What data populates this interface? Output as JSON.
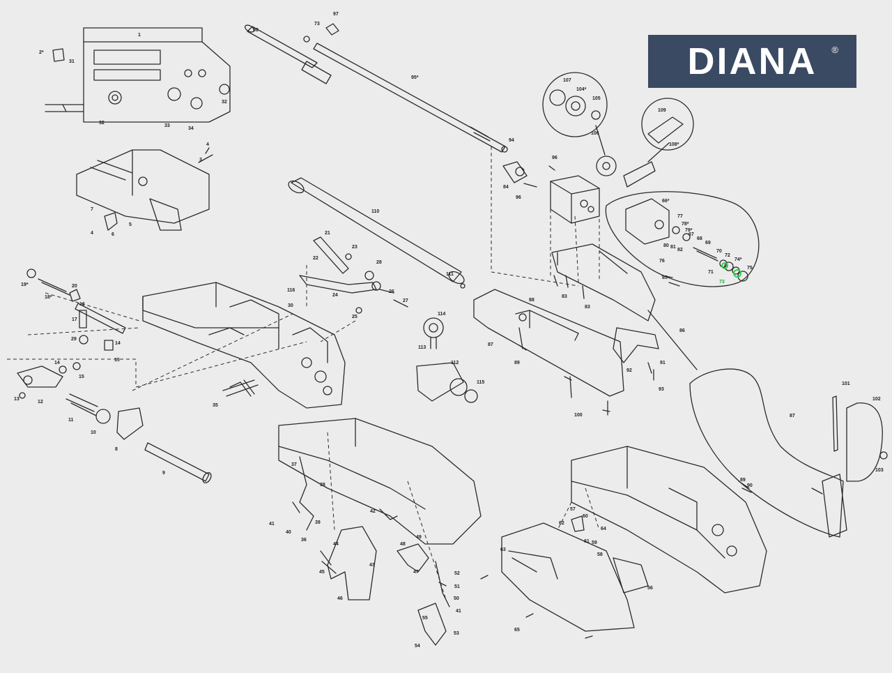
{
  "brand": {
    "logo_text": "DIANA",
    "registered_mark": "®"
  },
  "colors": {
    "background": "#ececec",
    "line": "#2a2a2a",
    "highlight": "#2fd24a",
    "logo_bg": "#3b4a63"
  },
  "parts": [
    {
      "label": "1"
    },
    {
      "label": "2*"
    },
    {
      "label": "31"
    },
    {
      "label": "32"
    },
    {
      "label": "33"
    },
    {
      "label": "34"
    },
    {
      "label": "32"
    },
    {
      "label": "97"
    },
    {
      "label": "73"
    },
    {
      "label": "98"
    },
    {
      "label": "95*"
    },
    {
      "label": "94"
    },
    {
      "label": "84"
    },
    {
      "label": "96"
    },
    {
      "label": "96"
    },
    {
      "label": "107"
    },
    {
      "label": "104*"
    },
    {
      "label": "105"
    },
    {
      "label": "106"
    },
    {
      "label": "109"
    },
    {
      "label": "108*"
    },
    {
      "label": "66*"
    },
    {
      "label": "77"
    },
    {
      "label": "78*"
    },
    {
      "label": "79*"
    },
    {
      "label": "80"
    },
    {
      "label": "81"
    },
    {
      "label": "82"
    },
    {
      "label": "68"
    },
    {
      "label": "67"
    },
    {
      "label": "69"
    },
    {
      "label": "70"
    },
    {
      "label": "72"
    },
    {
      "label": "74*"
    },
    {
      "label": "75"
    },
    {
      "label": "71"
    },
    {
      "label": "73"
    },
    {
      "label": "76"
    },
    {
      "label": "4"
    },
    {
      "label": "3"
    },
    {
      "label": "7"
    },
    {
      "label": "4"
    },
    {
      "label": "6"
    },
    {
      "label": "5"
    },
    {
      "label": "110"
    },
    {
      "label": "111"
    },
    {
      "label": "21"
    },
    {
      "label": "22"
    },
    {
      "label": "23"
    },
    {
      "label": "28"
    },
    {
      "label": "24"
    },
    {
      "label": "26"
    },
    {
      "label": "27"
    },
    {
      "label": "25"
    },
    {
      "label": "19*"
    },
    {
      "label": "18*"
    },
    {
      "label": "20"
    },
    {
      "label": "16"
    },
    {
      "label": "17"
    },
    {
      "label": "29"
    },
    {
      "label": "14"
    },
    {
      "label": "15"
    },
    {
      "label": "116"
    },
    {
      "label": "30"
    },
    {
      "label": "14"
    },
    {
      "label": "15"
    },
    {
      "label": "13"
    },
    {
      "label": "12"
    },
    {
      "label": "11"
    },
    {
      "label": "10"
    },
    {
      "label": "8"
    },
    {
      "label": "9"
    },
    {
      "label": "35"
    },
    {
      "label": "83"
    },
    {
      "label": "83"
    },
    {
      "label": "85"
    },
    {
      "label": "86"
    },
    {
      "label": "88"
    },
    {
      "label": "89"
    },
    {
      "label": "87"
    },
    {
      "label": "114"
    },
    {
      "label": "113"
    },
    {
      "label": "112"
    },
    {
      "label": "115"
    },
    {
      "label": "92"
    },
    {
      "label": "91"
    },
    {
      "label": "93"
    },
    {
      "label": "100"
    },
    {
      "label": "87"
    },
    {
      "label": "101"
    },
    {
      "label": "102"
    },
    {
      "label": "103"
    },
    {
      "label": "89"
    },
    {
      "label": "90"
    },
    {
      "label": "37"
    },
    {
      "label": "38"
    },
    {
      "label": "39"
    },
    {
      "label": "40"
    },
    {
      "label": "41"
    },
    {
      "label": "36"
    },
    {
      "label": "42"
    },
    {
      "label": "44"
    },
    {
      "label": "43"
    },
    {
      "label": "45"
    },
    {
      "label": "46"
    },
    {
      "label": "48"
    },
    {
      "label": "49"
    },
    {
      "label": "47"
    },
    {
      "label": "52"
    },
    {
      "label": "51"
    },
    {
      "label": "50"
    },
    {
      "label": "41"
    },
    {
      "label": "55"
    },
    {
      "label": "53"
    },
    {
      "label": "54"
    },
    {
      "label": "57"
    },
    {
      "label": "60"
    },
    {
      "label": "64"
    },
    {
      "label": "62"
    },
    {
      "label": "61"
    },
    {
      "label": "59"
    },
    {
      "label": "63"
    },
    {
      "label": "58"
    },
    {
      "label": "56"
    },
    {
      "label": "65"
    }
  ]
}
